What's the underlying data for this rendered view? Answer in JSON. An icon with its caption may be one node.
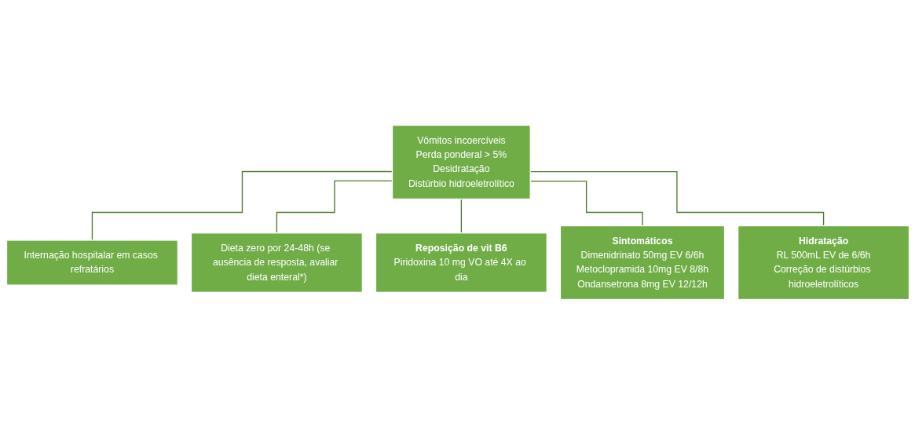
{
  "diagram": {
    "nodes": [
      {
        "text": [
          "Vômitos incoercíveis",
          "Perda ponderal > 5%",
          "Desidratação",
          "Distúrbio hidroeletrolítico"
        ]
      },
      {
        "text": [
          "Internação hospitalar em casos refratários"
        ]
      },
      {
        "text": [
          "Dieta zero por 24-48h (se ausência de resposta, avaliar dieta enteral*)"
        ]
      },
      {
        "text": [
          "Reposição de vit B6",
          "Piridoxina 10 mg VO até 4X ao dia"
        ]
      },
      {
        "text": [
          "Sintomáticos",
          "Dimenidrinato 50mg EV 6/6h",
          "Metoclopramida 10mg EV 8/8h",
          "Ondansetrona 8mg EV 12/12h"
        ]
      },
      {
        "text": [
          "Hidratação",
          "RL 500mL EV de 6/6h",
          "Correção de distúrbios hidroeletrolíticos"
        ]
      }
    ],
    "edges": [
      {
        "from": 0,
        "to": 1,
        "arrow": "none"
      },
      {
        "from": 0,
        "to": 2,
        "arrow": "none"
      },
      {
        "from": 0,
        "to": 3,
        "arrow": "none"
      },
      {
        "from": 0,
        "to": 4,
        "arrow": "none"
      },
      {
        "from": 0,
        "to": 5,
        "arrow": "none"
      }
    ]
  }
}
